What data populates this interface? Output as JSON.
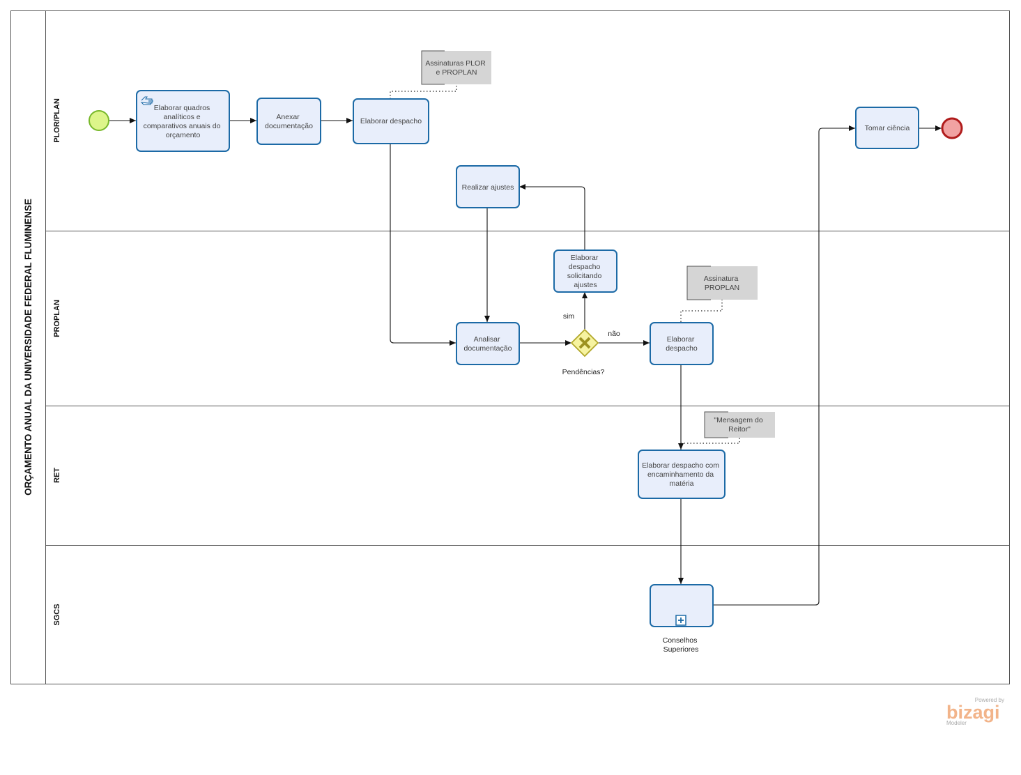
{
  "pool": {
    "title": "ORÇAMENTO ANUAL DA UNIVERSIDADE FEDERAL FLUMINENSE"
  },
  "lanes": [
    "PLOR/PLAN",
    "PROPLAN",
    "RET",
    "SGCS"
  ],
  "tasks": {
    "elaborar_quadros": [
      "Elaborar quadros",
      "analíticos e",
      "comparativos anuais do",
      "orçamento"
    ],
    "anexar_documentacao": [
      "Anexar",
      "documentação"
    ],
    "elaborar_despacho_plor": [
      "Elaborar despacho"
    ],
    "realizar_ajustes": [
      "Realizar ajustes"
    ],
    "elaborar_despacho_solicitando": [
      "Elaborar",
      "despacho",
      "solicitando",
      "ajustes"
    ],
    "analisar_documentacao": [
      "Analisar",
      "documentação"
    ],
    "elaborar_despacho_proplan": [
      "Elaborar",
      "despacho"
    ],
    "elaborar_despacho_ret": [
      "Elaborar despacho com",
      "encaminhamento da",
      "matéria"
    ],
    "tomar_ciencia": [
      "Tomar ciência"
    ],
    "conselhos_superiores": [
      "Conselhos",
      "Superiores"
    ]
  },
  "gateway": {
    "label": "Pendências?",
    "yes": "sim",
    "no": "não"
  },
  "annotations": {
    "assinaturas_plor": [
      "Assinaturas PLOR",
      "e PROPLAN"
    ],
    "assinatura_proplan": [
      "Assinatura",
      "PROPLAN"
    ],
    "mensagem_reitor": [
      "\"Mensagem do",
      "Reitor\""
    ]
  },
  "watermark": {
    "powered_by": "Powered by",
    "brand": "bizagi",
    "product": "Modeler"
  },
  "colors": {
    "task_fill": "#e8eefb",
    "task_stroke": "#1c6aa6",
    "start_fill": "#ddf58a",
    "start_stroke": "#78b82a",
    "end_fill": "#f1a2a2",
    "end_stroke": "#b01c1c",
    "gateway_fill": "#f6f3a0",
    "gateway_stroke": "#b2a82a",
    "annotation_fill": "#d5d5d5"
  }
}
